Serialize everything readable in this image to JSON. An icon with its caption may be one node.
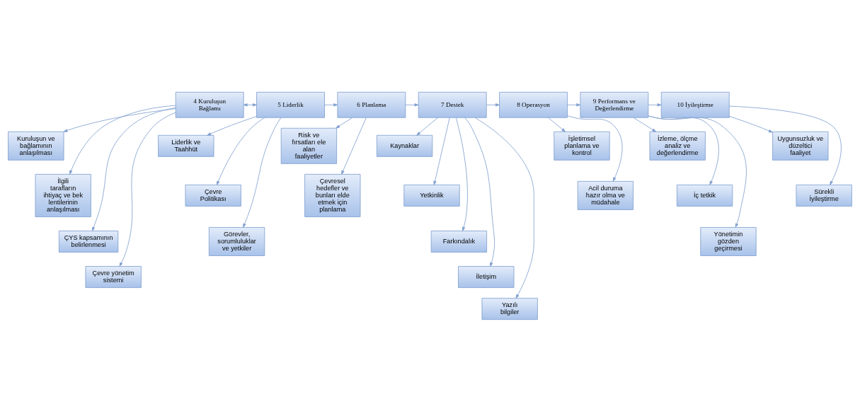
{
  "diagram": {
    "nodes": [
      {
        "text": [
          "4 Kuruluşun Bağlamı"
        ]
      },
      {
        "text": [
          "Kuruluşun ve bağlamının anlaşılması"
        ]
      },
      {
        "text": [
          "İlgili tarafların ihtiyaç ve beklentilerinin anlaşılması"
        ]
      },
      {
        "text": [
          "ÇYS kapsamının belirlenmesi"
        ]
      },
      {
        "text": [
          "Çevre yönetim sistemi"
        ]
      },
      {
        "text": [
          "5 Liderlik"
        ]
      },
      {
        "text": [
          "Liderlik ve Taahhüt"
        ]
      },
      {
        "text": [
          "Çevre Politikası"
        ]
      },
      {
        "text": [
          "Görevler, sorumluluklar ve yetkiler"
        ]
      },
      {
        "text": [
          "6 Planlama"
        ]
      },
      {
        "text": [
          "Risk ve fırsatları ele alan faaliyetler"
        ]
      },
      {
        "text": [
          "Çevresel hedefler ve bunları elde etmek için planlama"
        ]
      },
      {
        "text": [
          "7 Destek"
        ]
      },
      {
        "text": [
          "Kaynaklar"
        ]
      },
      {
        "text": [
          "Yetkinlik"
        ]
      },
      {
        "text": [
          "Farkındalık"
        ]
      },
      {
        "text": [
          "İletişim"
        ]
      },
      {
        "text": [
          "Yazılı bilgiler"
        ]
      },
      {
        "text": [
          "8 Operasyon"
        ]
      },
      {
        "text": [
          "İşletimsel planlama ve kontrol"
        ]
      },
      {
        "text": [
          "Acil duruma hazır olma ve müdahale"
        ]
      },
      {
        "text": [
          "9 Performans ve Değerlendirme"
        ]
      },
      {
        "text": [
          "İzleme, ölçme analiz ve değerlendirme"
        ]
      },
      {
        "text": [
          "İç tetkik"
        ]
      },
      {
        "text": [
          "Yönetimin gözden geçirmesi"
        ]
      },
      {
        "text": [
          "10 İyileştirme"
        ]
      },
      {
        "text": [
          "Uygunsuzluk ve düzeltici faaliyet"
        ]
      },
      {
        "text": [
          "Sürekli İyileştirme"
        ]
      }
    ],
    "edges": [
      {
        "from": 0,
        "to": 5,
        "arrow": "both"
      },
      {
        "from": 5,
        "to": 9,
        "arrow": "to"
      },
      {
        "from": 9,
        "to": 12,
        "arrow": "to"
      },
      {
        "from": 12,
        "to": 18,
        "arrow": "to"
      },
      {
        "from": 18,
        "to": 21,
        "arrow": "to"
      },
      {
        "from": 21,
        "to": 25,
        "arrow": "to"
      },
      {
        "from": 0,
        "to": 1,
        "arrow": "to"
      },
      {
        "from": 0,
        "to": 2,
        "arrow": "to"
      },
      {
        "from": 0,
        "to": 3,
        "arrow": "to"
      },
      {
        "from": 0,
        "to": 4,
        "arrow": "to"
      },
      {
        "from": 5,
        "to": 6,
        "arrow": "to"
      },
      {
        "from": 5,
        "to": 7,
        "arrow": "to"
      },
      {
        "from": 5,
        "to": 8,
        "arrow": "to"
      },
      {
        "from": 9,
        "to": 10,
        "arrow": "to"
      },
      {
        "from": 9,
        "to": 11,
        "arrow": "to"
      },
      {
        "from": 12,
        "to": 13,
        "arrow": "to"
      },
      {
        "from": 12,
        "to": 14,
        "arrow": "to"
      },
      {
        "from": 12,
        "to": 15,
        "arrow": "to"
      },
      {
        "from": 12,
        "to": 16,
        "arrow": "to"
      },
      {
        "from": 12,
        "to": 17,
        "arrow": "to"
      },
      {
        "from": 18,
        "to": 19,
        "arrow": "to"
      },
      {
        "from": 18,
        "to": 20,
        "arrow": "to"
      },
      {
        "from": 21,
        "to": 22,
        "arrow": "to"
      },
      {
        "from": 21,
        "to": 23,
        "arrow": "to"
      },
      {
        "from": 21,
        "to": 24,
        "arrow": "to"
      },
      {
        "from": 25,
        "to": 26,
        "arrow": "to"
      },
      {
        "from": 25,
        "to": 27,
        "arrow": "to"
      }
    ]
  }
}
